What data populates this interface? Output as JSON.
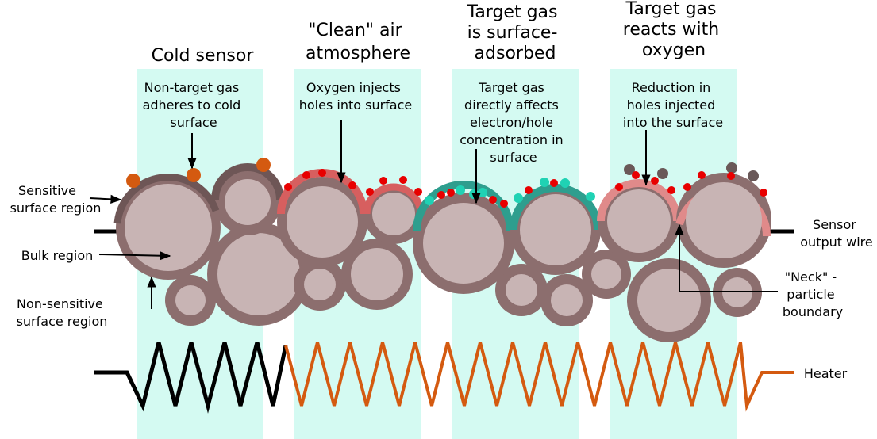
{
  "columns": [
    {
      "title_lines": [
        "Cold sensor"
      ],
      "note_lines": [
        "Non-target gas",
        "adheres to cold",
        "surface"
      ]
    },
    {
      "title_lines": [
        "\"Clean\" air",
        "atmosphere"
      ],
      "note_lines": [
        "Oxygen injects",
        "holes into surface"
      ]
    },
    {
      "title_lines": [
        "Target gas",
        "is surface-",
        "adsorbed"
      ],
      "note_lines": [
        "Target gas",
        "directly affects",
        "electron/hole",
        "concentration in",
        "surface"
      ]
    },
    {
      "title_lines": [
        "Target gas",
        "reacts with",
        "oxygen"
      ],
      "note_lines": [
        "Reduction in",
        "holes injected",
        "into the surface"
      ]
    }
  ],
  "left_labels": {
    "sensitive": [
      "Sensitive",
      "surface region"
    ],
    "bulk": [
      "Bulk region"
    ],
    "non_sensitive": [
      "Non-sensitive",
      "surface region"
    ]
  },
  "right_labels": {
    "sensor_output": [
      "Sensor",
      "output wire"
    ],
    "neck": [
      "\"Neck\" -",
      "particle",
      "boundary"
    ],
    "heater": [
      "Heater"
    ]
  },
  "colors": {
    "band": "#d4faf2",
    "bulk": "#c8b4b4",
    "shell": "#8c6e6e",
    "cold_surface": "#6e5656",
    "oxygen_surface": "#d75f5f",
    "target_surface": "#2e9e8e",
    "reduced_surface": "#e08a8a",
    "oxygen_dot": "#e80000",
    "non_target_gas": "#d45a10",
    "target_gas_molecule": "#20d2b4",
    "reacted_molecule": "#6a5858",
    "heater_cold": "#000000",
    "heater_hot": "#d45a10"
  }
}
